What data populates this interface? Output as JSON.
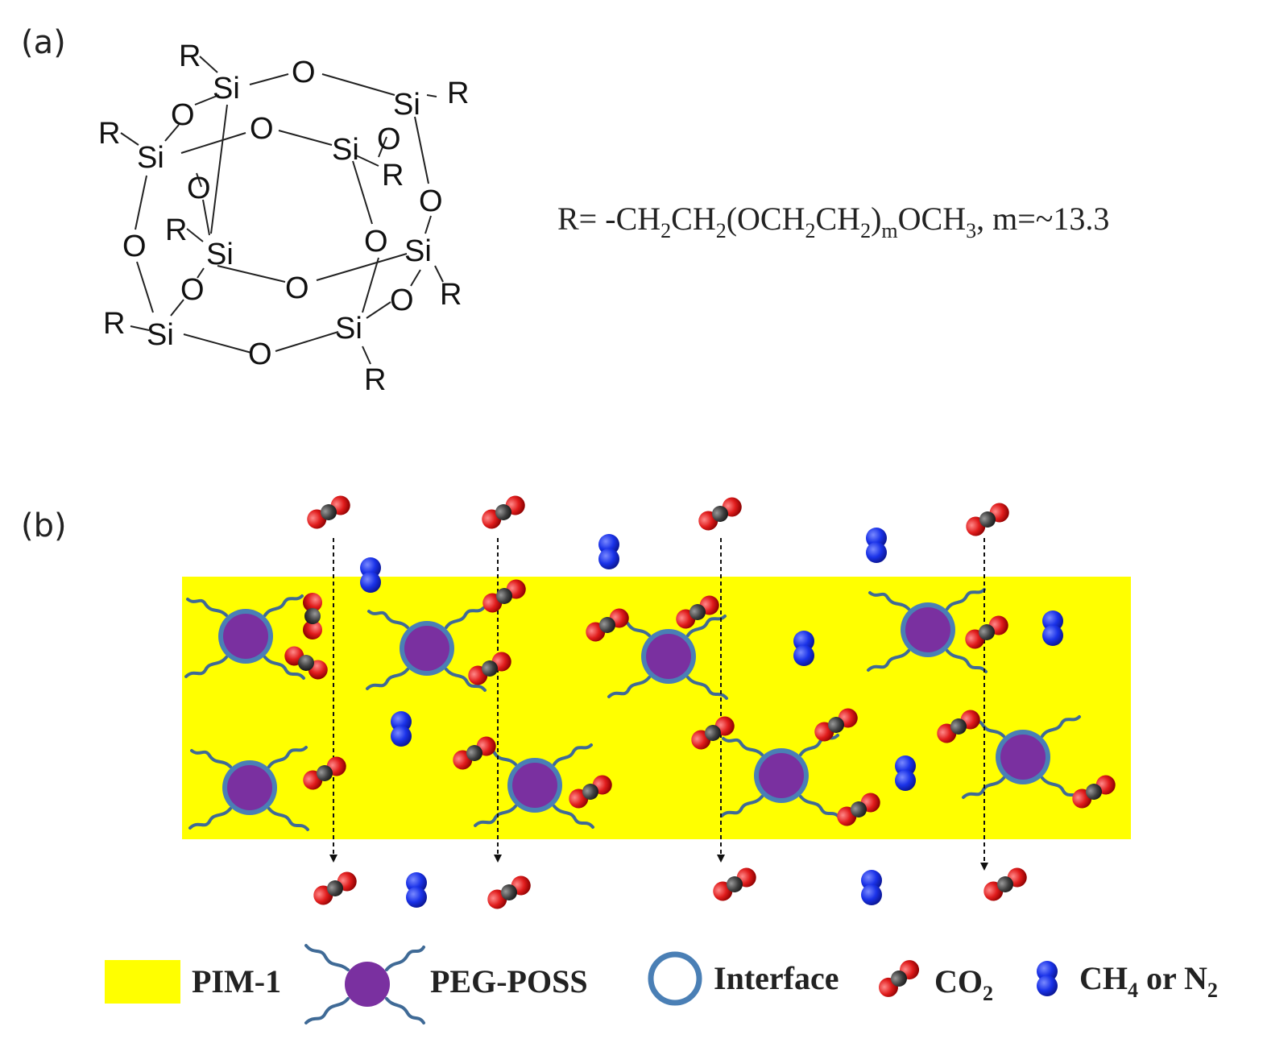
{
  "panels": {
    "a": {
      "label": "(a)"
    },
    "b": {
      "label": "(b)"
    }
  },
  "poss_structure": {
    "atoms": {
      "silicon": "Si",
      "oxygen": "O",
      "substituent": "R"
    },
    "formula": {
      "lhs": "R=",
      "p1": "-CH",
      "s1": "2",
      "p2": "CH",
      "s2": "2",
      "p3": "(OCH",
      "s3": "2",
      "p4": "CH",
      "s4": "2",
      "p5": ")",
      "s5": "m",
      "p6": "OCH",
      "s6": "3",
      "p7": ",  m=~13.3"
    }
  },
  "legend": {
    "pim1": "PIM-1",
    "peg_poss": "PEG-POSS",
    "interface": "Interface",
    "co2_main": "CO",
    "co2_sub": "2",
    "gas_p1": "CH",
    "gas_s1": "4",
    "gas_p2": " or N",
    "gas_s2": "2"
  },
  "colors": {
    "membrane": "#ffff00",
    "poss_core": "#7a30a0",
    "interface_ring": "#4a7fb5",
    "peg_chain": "#3f6a96",
    "co2_oxygen": "#dd1f1f",
    "co2_carbon": "#3a3a3a",
    "ch4_n2": "#1830e0",
    "arrow": "#111111"
  }
}
